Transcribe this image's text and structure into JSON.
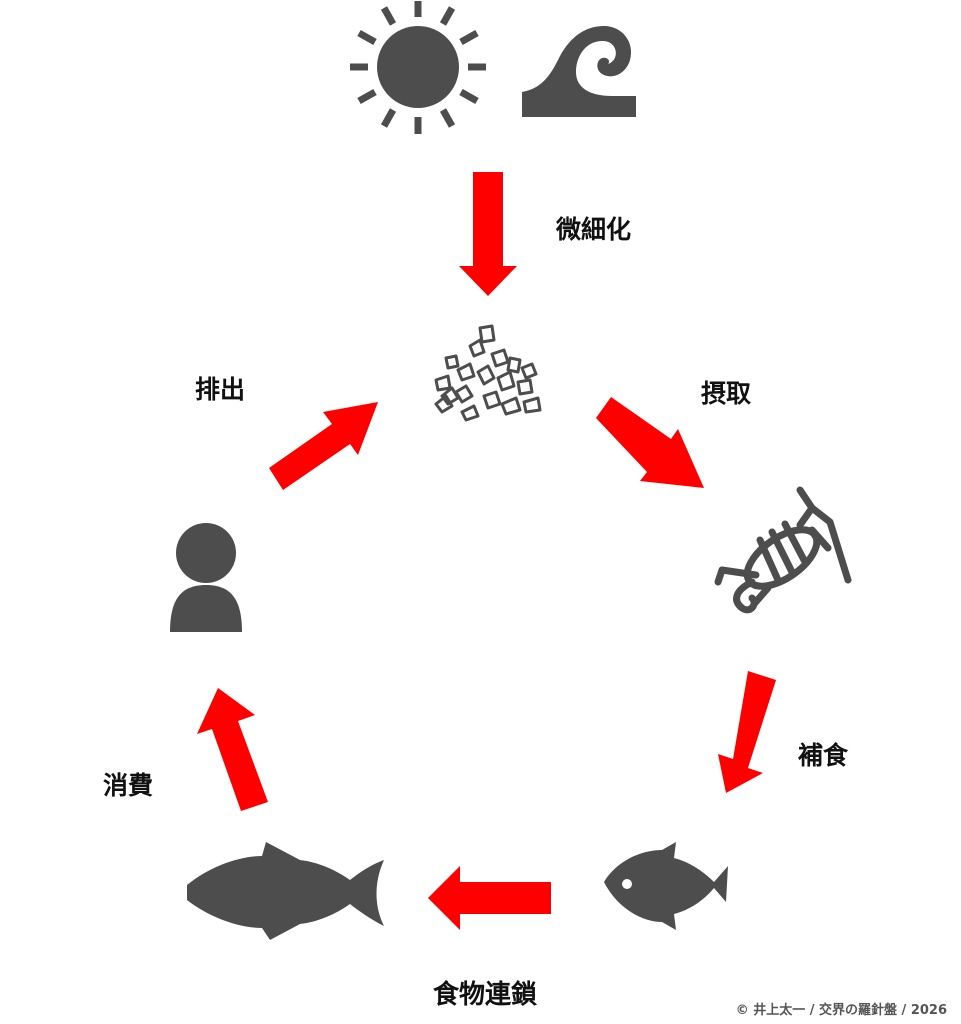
{
  "labels": {
    "micronize": "微細化",
    "ingest": "摂取",
    "excrete": "排出",
    "predation": "補食",
    "consume": "消費",
    "food_chain": "食物連鎖"
  },
  "credit": "©  井上太一  /  交界の羅針盤  /  2026",
  "icons": [
    "sun-icon",
    "wave-icon",
    "microplastic-icon",
    "crustacean-icon",
    "small-fish-icon",
    "tuna-icon",
    "person-icon"
  ],
  "colors": {
    "arrow": "#ff0000",
    "icon": "#4d4d4d",
    "text": "#111111"
  }
}
